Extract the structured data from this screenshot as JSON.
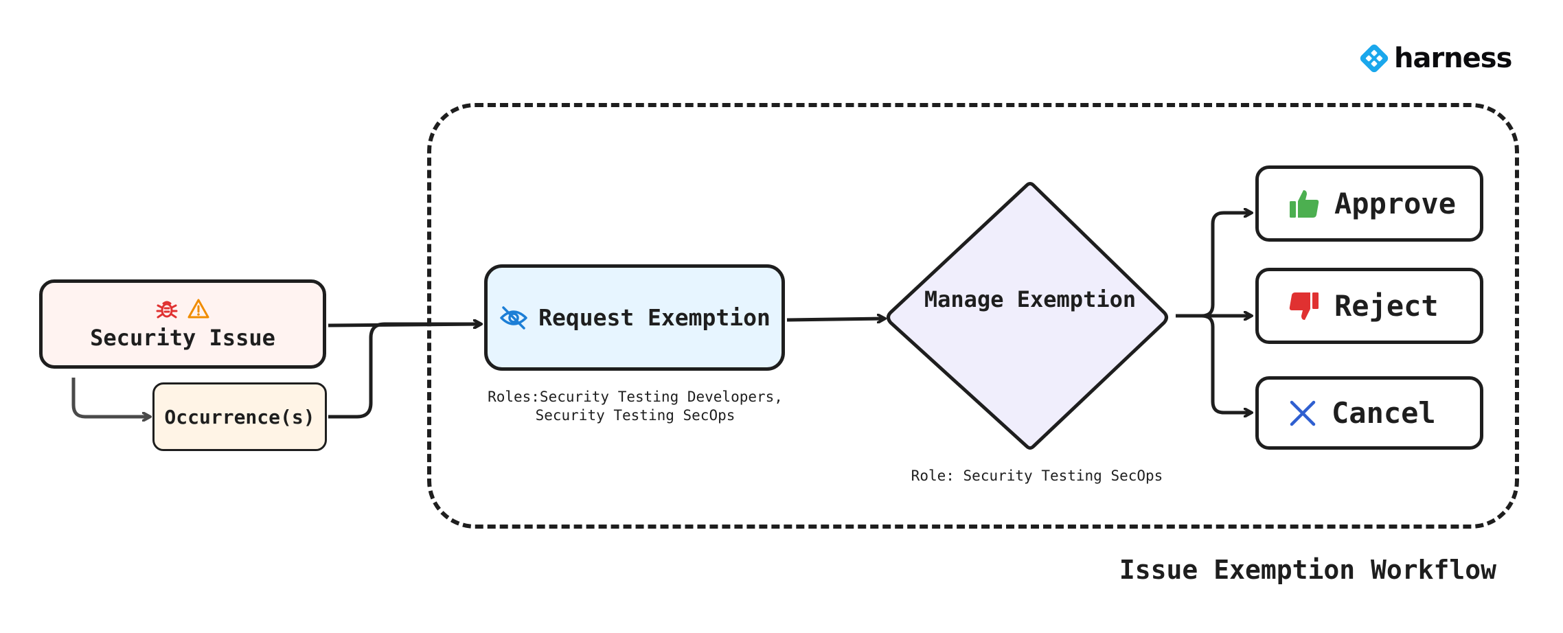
{
  "logo": {
    "text": "harness"
  },
  "workflow": {
    "title": "Issue Exemption Workflow",
    "nodes": {
      "security_issue": "Security Issue",
      "occurrences": "Occurrence(s)",
      "request_exemption": "Request Exemption",
      "manage_exemption": "Manage Exemption"
    },
    "captions": {
      "request_roles_line1": "Roles:Security Testing Developers,",
      "request_roles_line2": "Security Testing SecOps",
      "manage_role": "Role: Security Testing SecOps"
    },
    "outcomes": {
      "approve": "Approve",
      "reject": "Reject",
      "cancel": "Cancel"
    }
  },
  "icons": {
    "security_issue": [
      "bug-icon",
      "warning-icon"
    ],
    "request_exemption": "eye-off-icon",
    "approve": "thumbs-up-icon",
    "reject": "thumbs-down-icon",
    "cancel": "close-icon"
  },
  "colors": {
    "security_issue_fill": "#fff3f1",
    "occurrences_fill": "#fff4e6",
    "request_fill": "#e7f5ff",
    "manage_fill": "#f0eefc",
    "approve_icon": "#4caf50",
    "reject_icon": "#e03131",
    "cancel_icon": "#2f5fd0",
    "bug_icon": "#e03131",
    "warning_icon": "#f08c00",
    "eye_icon": "#1c7ed6",
    "logo_icon": "#1aa7ec"
  }
}
